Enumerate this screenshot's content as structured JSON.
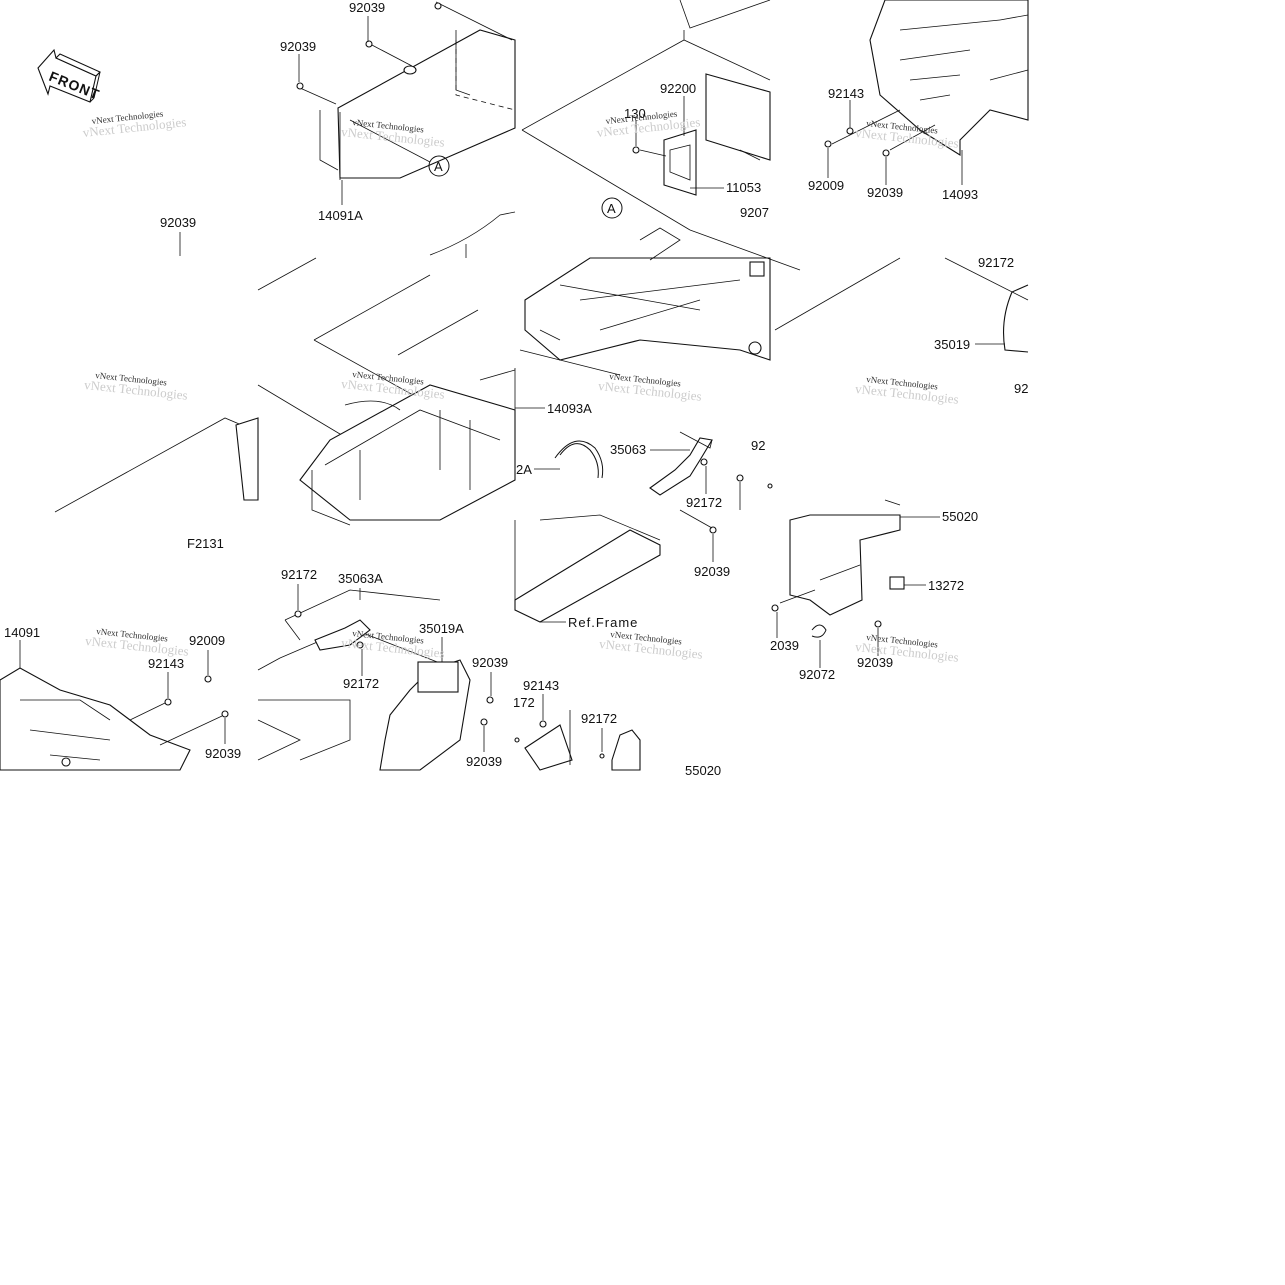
{
  "front_label": "FRONT",
  "figure_code": "F2131",
  "ref_frame": "Ref.Frame",
  "ref_marker": "A",
  "watermark_line1": "vNext Technologies",
  "watermark_line2": "vNext Technologies",
  "parts": [
    {
      "id": "p-92039-a",
      "text": "92039"
    },
    {
      "id": "p-92039-b",
      "text": "92039"
    },
    {
      "id": "p-14091a",
      "text": "14091A"
    },
    {
      "id": "p-92039-c",
      "text": "92039"
    },
    {
      "id": "p-92200",
      "text": "92200"
    },
    {
      "id": "p-130",
      "text": "130"
    },
    {
      "id": "p-11053",
      "text": "11053"
    },
    {
      "id": "p-9207",
      "text": "9207"
    },
    {
      "id": "p-92143-a",
      "text": "92143"
    },
    {
      "id": "p-92009-a",
      "text": "92009"
    },
    {
      "id": "p-92039-d",
      "text": "92039"
    },
    {
      "id": "p-14093",
      "text": "14093"
    },
    {
      "id": "p-92172-a",
      "text": "92172"
    },
    {
      "id": "p-35019",
      "text": "35019"
    },
    {
      "id": "p-92-cut",
      "text": "92"
    },
    {
      "id": "p-14093a",
      "text": "14093A"
    },
    {
      "id": "p-2a",
      "text": "2A"
    },
    {
      "id": "p-35063",
      "text": "35063"
    },
    {
      "id": "p-92172-b",
      "text": "92172"
    },
    {
      "id": "p-92-cut2",
      "text": "92"
    },
    {
      "id": "p-92039-e",
      "text": "92039"
    },
    {
      "id": "p-55020-a",
      "text": "55020"
    },
    {
      "id": "p-13272",
      "text": "13272"
    },
    {
      "id": "p-2039",
      "text": "2039"
    },
    {
      "id": "p-92072",
      "text": "92072"
    },
    {
      "id": "p-92039-f",
      "text": "92039"
    },
    {
      "id": "p-92172-c",
      "text": "92172"
    },
    {
      "id": "p-35063a",
      "text": "35063A"
    },
    {
      "id": "p-35019a",
      "text": "35019A"
    },
    {
      "id": "p-14091",
      "text": "14091"
    },
    {
      "id": "p-92009-b",
      "text": "92009"
    },
    {
      "id": "p-92143-b",
      "text": "92143"
    },
    {
      "id": "p-92039-g",
      "text": "92039"
    },
    {
      "id": "p-92172-d",
      "text": "92172"
    },
    {
      "id": "p-92039-h",
      "text": "92039"
    },
    {
      "id": "p-92039-i",
      "text": "92039"
    },
    {
      "id": "p-92143-c",
      "text": "92143"
    },
    {
      "id": "p-172",
      "text": "172"
    },
    {
      "id": "p-92172-e",
      "text": "92172"
    },
    {
      "id": "p-55020-b",
      "text": "55020"
    }
  ]
}
